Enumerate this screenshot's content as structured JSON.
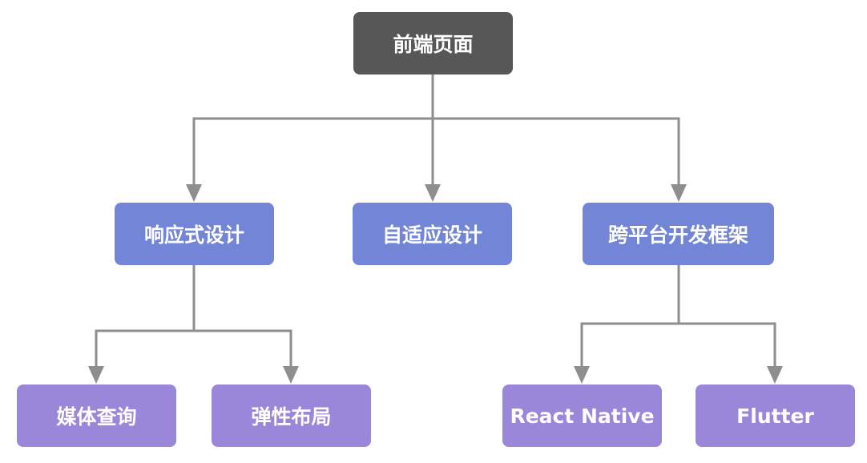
{
  "diagram": {
    "colors": {
      "root_fill": "#575757",
      "mid_fill": "#7385d7",
      "leaf_fill": "#9a87d9",
      "connector": "#8e8e8e",
      "text": "#ffffff"
    },
    "root": {
      "label": "前端页面"
    },
    "level2": [
      {
        "label": "响应式设计"
      },
      {
        "label": "自适应设计"
      },
      {
        "label": "跨平台开发框架"
      }
    ],
    "level3": [
      {
        "label": "媒体查询",
        "parent": "响应式设计"
      },
      {
        "label": "弹性布局",
        "parent": "响应式设计"
      },
      {
        "label": "React Native",
        "parent": "跨平台开发框架"
      },
      {
        "label": "Flutter",
        "parent": "跨平台开发框架"
      }
    ]
  }
}
